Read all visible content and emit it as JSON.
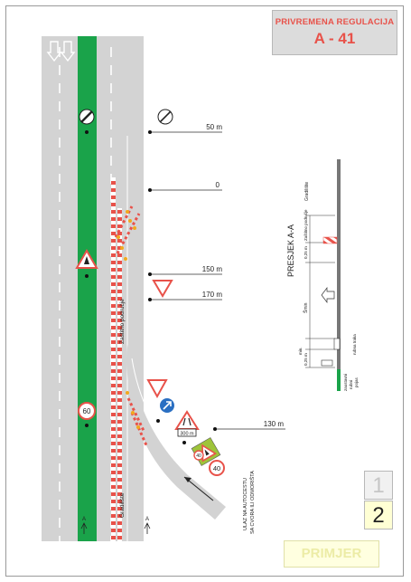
{
  "header": {
    "line1": "PRIVREMENA REGULACIJA",
    "line2": "A - 41"
  },
  "pages": {
    "page1": "1",
    "page2": "2"
  },
  "stamp": "PRIMJER",
  "distances": {
    "d50": "50 m",
    "d0": "0",
    "d150": "150 m",
    "d170": "170 m",
    "d130": "130 m"
  },
  "plan_labels": {
    "zone": "Zaštitno područje",
    "site": "Gradilište",
    "section_a1": "A",
    "section_a2": "A",
    "entry_line1": "ULAZ NA AUTOCESTU",
    "entry_line2": "SA CVORA ILI ODMORIŠTA"
  },
  "signs": {
    "speed1": "60",
    "speed2": "40",
    "speed3": "40",
    "plate": "300 m"
  },
  "section": {
    "title": "PRESJEK A-A",
    "site": "Gradilište",
    "zone1": "Zaštitno područje",
    "dim1": "0,25 m",
    "dim2": "Šmin",
    "dim3": "min.",
    "dim4": "0,25 m",
    "strip": "rubna traka",
    "shoulder1": "zaustavni",
    "shoulder2": "rubni",
    "shoulder3": "pojas"
  },
  "colors": {
    "asphalt": "#d3d3d3",
    "green": "#1aa34a",
    "red": "#e8524a",
    "amber": "#f2a81d"
  }
}
